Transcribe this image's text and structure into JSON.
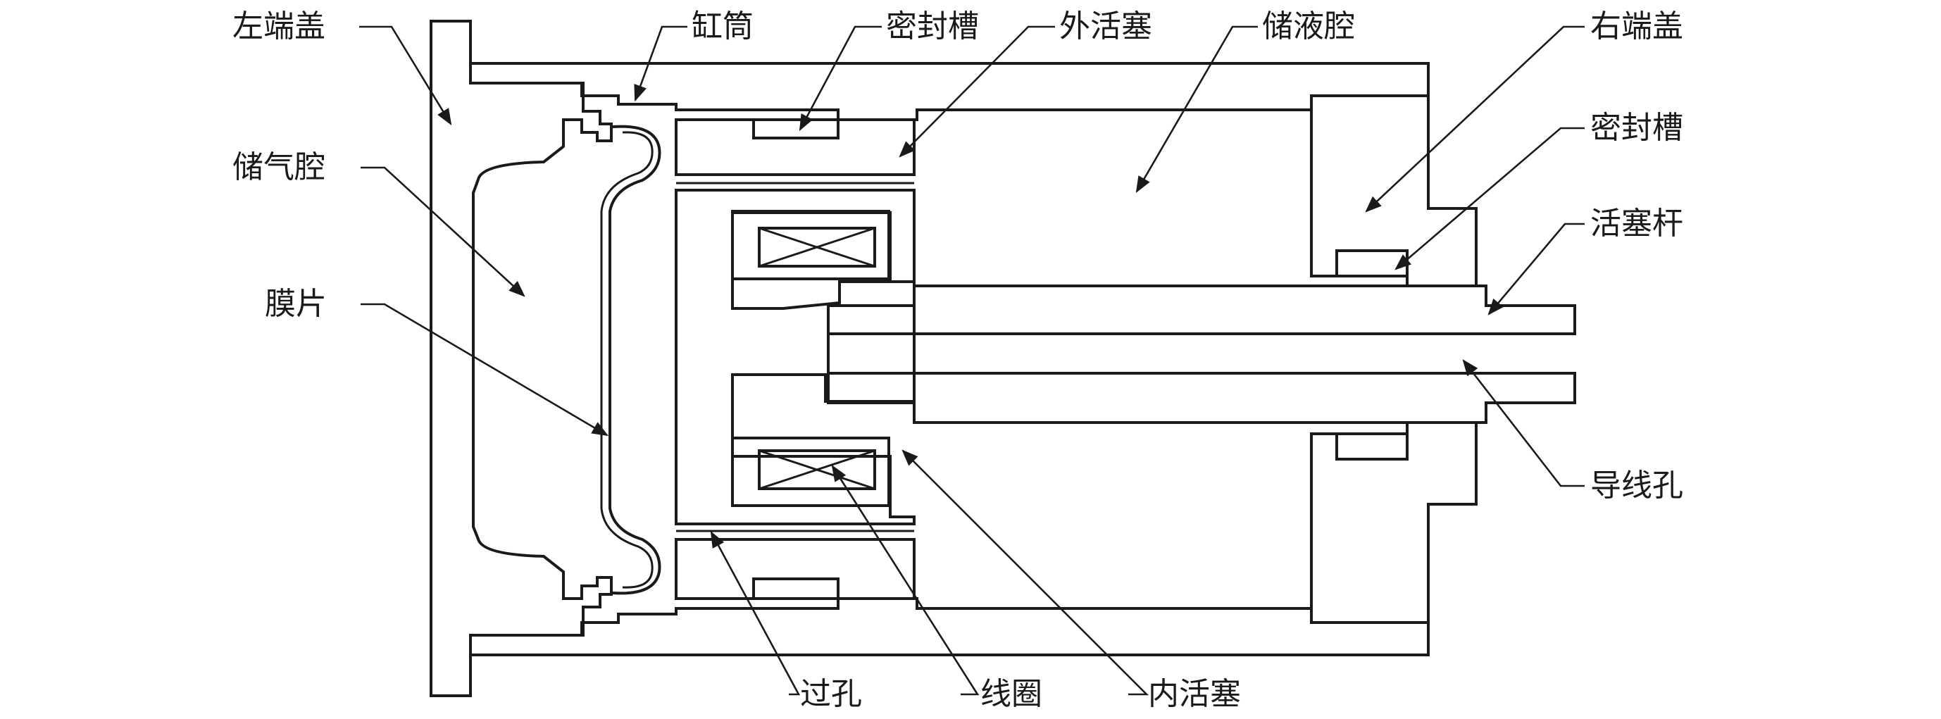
{
  "labels": {
    "left_end_cap": "左端盖",
    "cylinder": "缸筒",
    "seal_groove_top": "密封槽",
    "outer_piston": "外活塞",
    "liquid_chamber": "储液腔",
    "right_end_cap": "右端盖",
    "gas_chamber": "储气腔",
    "seal_groove_right": "密封槽",
    "piston_rod": "活塞杆",
    "diaphragm": "膜片",
    "wire_hole": "导线孔",
    "through_hole": "过孔",
    "coil": "线圈",
    "inner_piston": "内活塞"
  },
  "colors": {
    "line": "#1a1a1a",
    "background": "#ffffff"
  }
}
